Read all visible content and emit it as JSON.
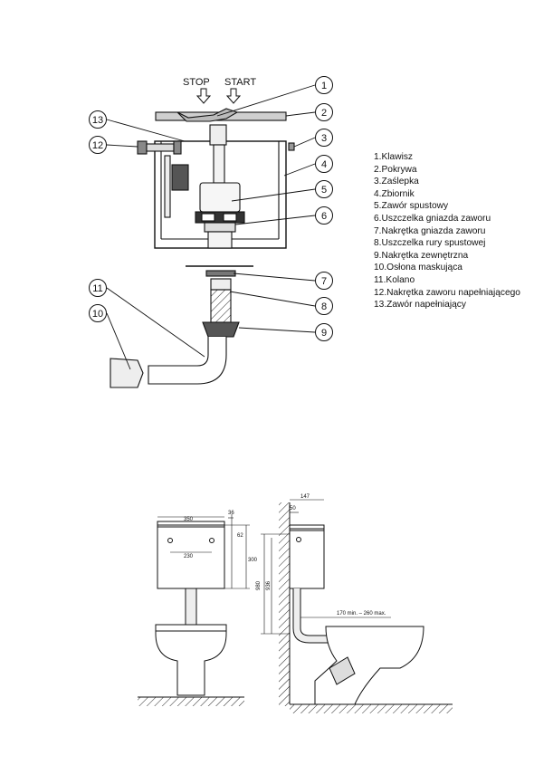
{
  "labels": {
    "stop": "STOP",
    "start": "START"
  },
  "callouts": [
    "1",
    "2",
    "3",
    "4",
    "5",
    "6",
    "7",
    "8",
    "9",
    "10",
    "11",
    "12",
    "13"
  ],
  "legend": [
    "1.Klawisz",
    "2.Pokrywa",
    "3.Zaślepka",
    "4.Zbiornik",
    "5.Zawór spustowy",
    "6.Uszczelka gniazda zaworu",
    "7.Nakrętka gniazda zaworu",
    "8.Uszczelka rury spustowej",
    "9.Nakrętka zewnętrzna",
    "10.Osłona maskująca",
    "11.Kolano",
    "12.Nakrętka zaworu napełniającego",
    "13.Zawór napełniający"
  ],
  "dimensions": {
    "front_width": "350",
    "front_side": "36",
    "front_top": "62",
    "front_holes": "230",
    "front_height": "300",
    "side_depth": "147",
    "side_offset": "50",
    "side_h1": "980",
    "side_h2": "936",
    "pipe_range": "170 min. – 260 max."
  }
}
